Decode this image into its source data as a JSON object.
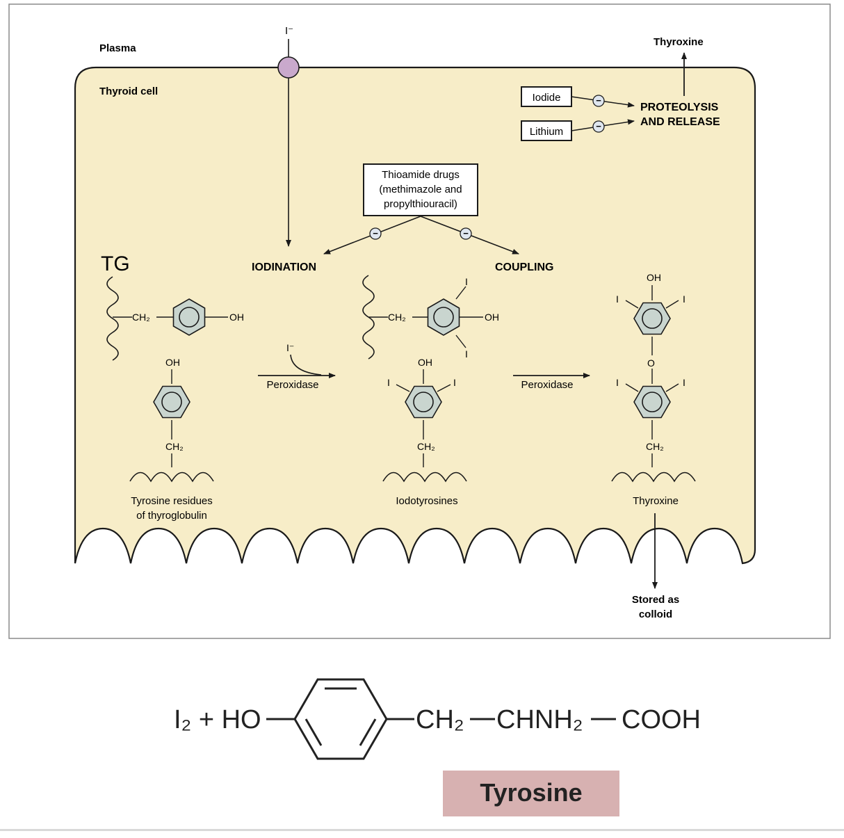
{
  "colors": {
    "cell_fill": "#f7edc8",
    "ring_fill": "#c9d5cf",
    "channel_fill": "#c9a9cc",
    "tyrosine_box": "#d7b1b1",
    "stroke": "#1a1a1a"
  },
  "labels": {
    "plasma": "Plasma",
    "thyroid_cell": "Thyroid cell",
    "iodide_ion": "I⁻",
    "thyroxine_released": "Thyroxine",
    "iodide_box": "Iodide",
    "lithium_box": "Lithium",
    "proteolysis_line1": "PROTEOLYSIS",
    "proteolysis_line2": "AND RELEASE",
    "thioamide_line1": "Thioamide drugs",
    "thioamide_line2": "(methimazole and",
    "thioamide_line3": "propylthiouracil)",
    "iodination": "IODINATION",
    "coupling": "COUPLING",
    "tg": "TG",
    "peroxidase_1": "Peroxidase",
    "peroxidase_2": "Peroxidase",
    "iodide_reagent": "I⁻",
    "caption_tyrosine_line1": "Tyrosine residues",
    "caption_tyrosine_line2": "of thyroglobulin",
    "caption_iodotyrosines": "Iodotyrosines",
    "caption_thyroxine": "Thyroxine",
    "stored_line1": "Stored as",
    "stored_line2": "colloid",
    "inhibit_symbol": "−"
  },
  "chem": {
    "ch2": "CH₂",
    "oh": "OH",
    "i": "I",
    "o": "O"
  },
  "formula": {
    "i2_plus_ho": "I₂ + HO",
    "ch2": "CH₂",
    "chnh2": "CHNH₂",
    "cooh": "COOH",
    "tyrosine_label": "Tyrosine"
  }
}
